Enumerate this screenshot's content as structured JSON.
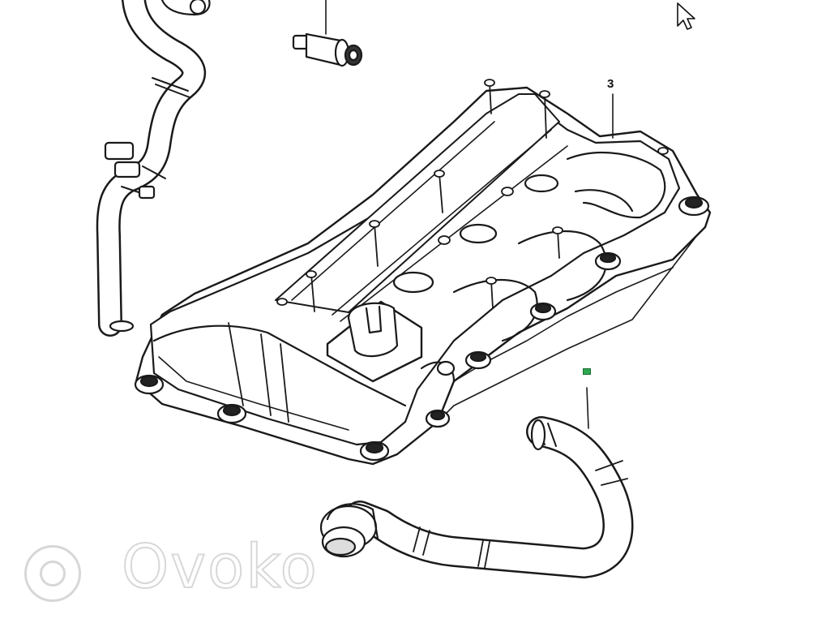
{
  "diagram": {
    "callouts": [
      {
        "label": "3",
        "ref": "valve-cover"
      }
    ],
    "watermark": "Ovoko",
    "colors": {
      "line": "#1a1a1a",
      "fill": "#ffffff",
      "watermark": "#d4d4d4",
      "marker": "#2fa84f"
    },
    "icons": [
      "mouse-pointer-icon",
      "ovoko-logo-icon"
    ]
  }
}
